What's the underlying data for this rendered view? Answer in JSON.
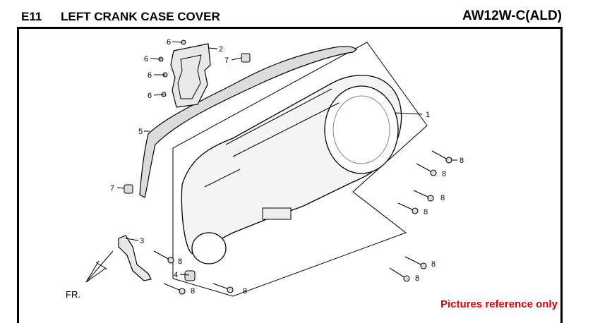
{
  "header": {
    "section_code": "E11",
    "title": "LEFT CRANK CASE COVER",
    "model": "AW12W-C(ALD)"
  },
  "callouts": {
    "c1": "1",
    "c2": "2",
    "c3": "3",
    "c4": "4",
    "c5": "5",
    "c6": "6",
    "c7": "7",
    "c8": "8"
  },
  "direction_label": "FR.",
  "footer_note": "Pictures reference only"
}
